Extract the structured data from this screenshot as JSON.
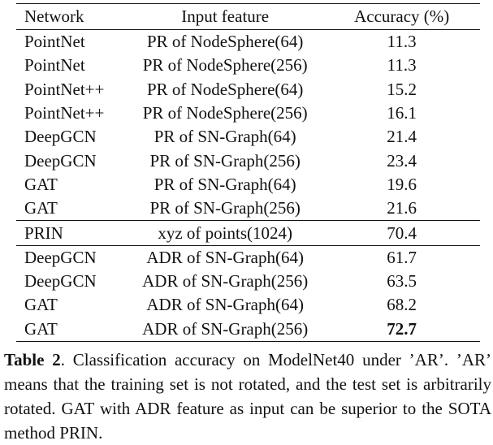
{
  "table": {
    "headers": [
      "Network",
      "Input feature",
      "Accuracy (%)"
    ],
    "groups": [
      [
        [
          "PointNet",
          "PR of NodeSphere(64)",
          "11.3"
        ],
        [
          "PointNet",
          "PR of NodeSphere(256)",
          "11.3"
        ],
        [
          "PointNet++",
          "PR of NodeSphere(64)",
          "15.2"
        ],
        [
          "PointNet++",
          "PR of NodeSphere(256)",
          "16.1"
        ],
        [
          "DeepGCN",
          "PR of SN-Graph(64)",
          "21.4"
        ],
        [
          "DeepGCN",
          "PR of SN-Graph(256)",
          "23.4"
        ],
        [
          "GAT",
          "PR of SN-Graph(64)",
          "19.6"
        ],
        [
          "GAT",
          "PR of SN-Graph(256)",
          "21.6"
        ]
      ],
      [
        [
          "PRIN",
          "xyz of points(1024)",
          "70.4"
        ]
      ],
      [
        [
          "DeepGCN",
          "ADR of SN-Graph(64)",
          "61.7"
        ],
        [
          "DeepGCN",
          "ADR of SN-Graph(256)",
          "63.5"
        ],
        [
          "GAT",
          "ADR of SN-Graph(64)",
          "68.2"
        ],
        [
          "GAT",
          "ADR of SN-Graph(256)",
          "72.7"
        ]
      ]
    ],
    "bold_cells": [
      "2.3.2"
    ]
  },
  "caption": {
    "label": "Table 2",
    "text": ". Classification accuracy on ModelNet40 under ’AR’. ’AR’ means that the training set is not rotated, and the test set is arbitrarily rotated. GAT with ADR feature as input can be superior to the SOTA method PRIN."
  }
}
